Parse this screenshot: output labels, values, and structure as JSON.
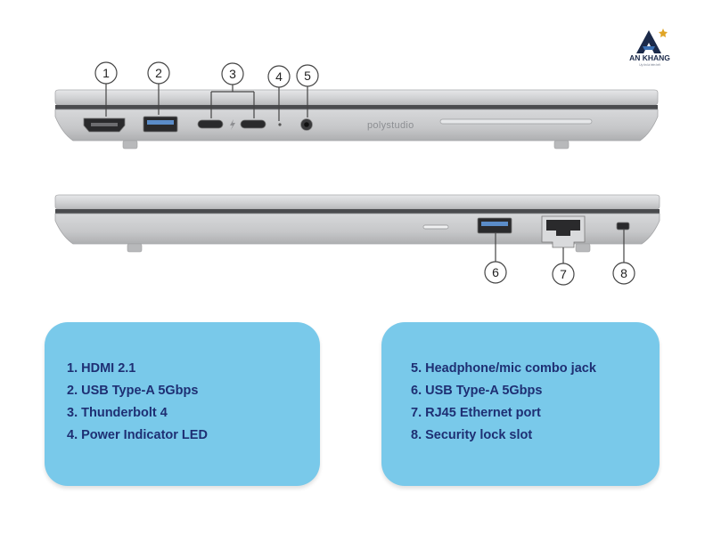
{
  "brand": {
    "name": "AN KHANG",
    "tagline": "Uy tín là trên hết"
  },
  "device_label": "polystudio",
  "callouts": {
    "top": [
      "1",
      "2",
      "3",
      "4",
      "5"
    ],
    "bottom": [
      "6",
      "7",
      "8"
    ]
  },
  "left_box": {
    "items": [
      "1. HDMI 2.1",
      "2. USB Type-A 5Gbps",
      "3. Thunderbolt 4",
      "4. Power Indicator LED"
    ]
  },
  "right_box": {
    "items": [
      "5. Headphone/mic combo jack",
      "6. USB Type-A 5Gbps",
      "7. RJ45 Ethernet port",
      "8. Security lock slot"
    ]
  },
  "colors": {
    "box_fill": "#79c9ea",
    "box_text": "#1e2f73",
    "chassis": "#c9cacc",
    "brand_navy": "#1b2a4a",
    "brand_gold": "#e0a526"
  }
}
